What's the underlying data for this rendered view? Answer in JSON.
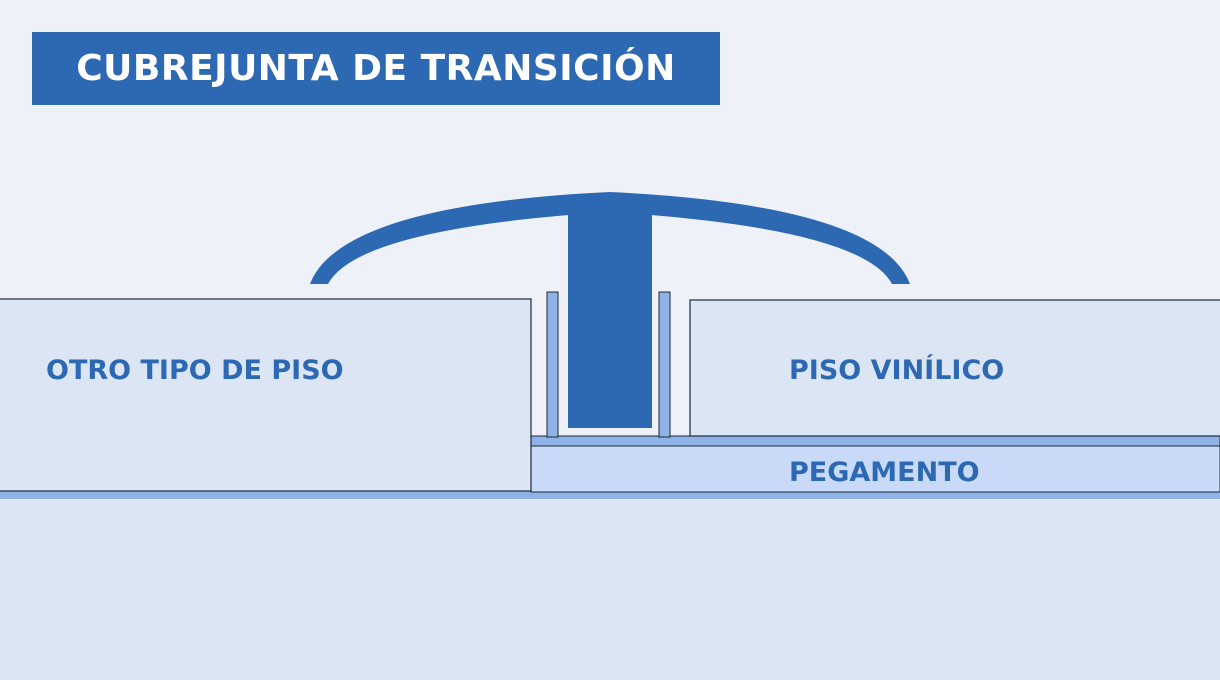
{
  "title": "CUBREJUNTA DE TRANSICIÓN",
  "labels": {
    "left_floor": "OTRO TIPO DE PISO",
    "right_floor": "PISO VINÍLICO",
    "adhesive": "PEGAMENTO"
  },
  "colors": {
    "background": "#eef2f8",
    "title_bg": "#2d69b2",
    "title_text": "#ffffff",
    "profile": "#2d69b2",
    "floor_fill": "#dce5f4",
    "adhesive_fill": "#c9daf8",
    "base_line": "#8fb3e6",
    "label_text": "#2d69b2"
  }
}
